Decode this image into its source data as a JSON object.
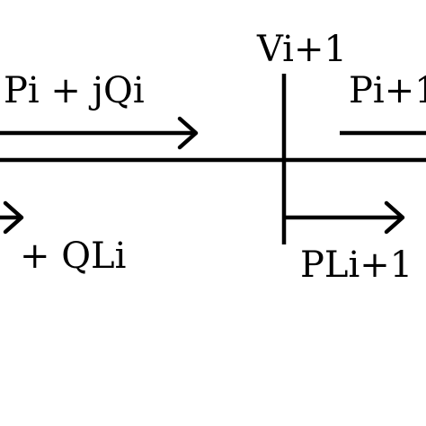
{
  "labels": {
    "bus_voltage": "Vi+1",
    "branch_flow_in": "Pi + jQi",
    "branch_flow_out": "Pi+1",
    "load_left": "+ QLi",
    "load_right": "PLi+1"
  },
  "colors": {
    "line": "#000000",
    "background": "#ffffff"
  }
}
